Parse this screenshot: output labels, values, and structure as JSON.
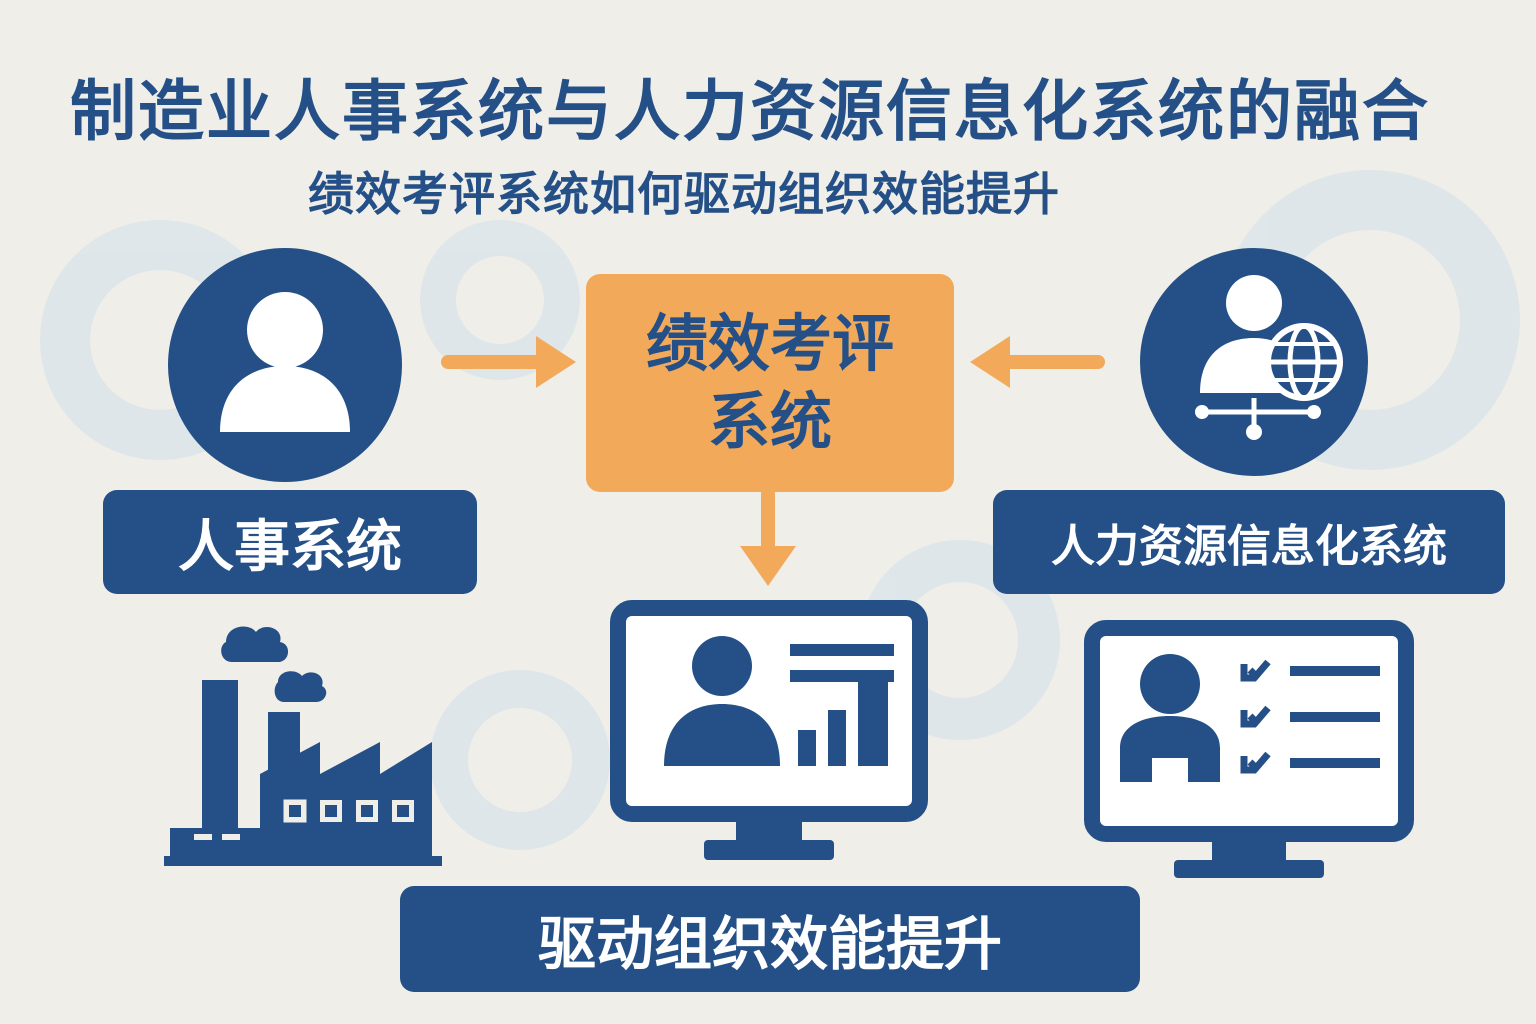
{
  "title": "制造业人事系统与人力资源信息化系统的融合",
  "subtitle": "绩效考评系统如何驱动组织效能提升",
  "center_box": {
    "line1": "绩效考评",
    "line2": "系统"
  },
  "left_label": "人事系统",
  "right_label": "人力资源信息化系统",
  "bottom_label": "驱动组织效能提升",
  "icons": {
    "left_circle": "person-icon",
    "right_circle": "person-globe-network-icon",
    "factory": "factory-icon",
    "center_monitor": "monitor-person-bar-chart-icon",
    "right_monitor": "monitor-person-checklist-icon"
  },
  "colors": {
    "navy": "#245087",
    "orange": "#f2aa5a",
    "background": "#efeee9",
    "gear": "#d9e3e8"
  }
}
